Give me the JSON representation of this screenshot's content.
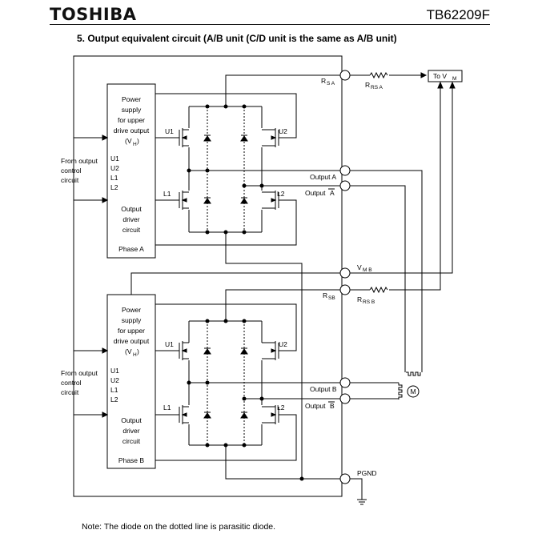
{
  "header": {
    "logo_text": "TOSHIBA",
    "part_number": "TB62209F",
    "section_title": "5.   Output equivalent circuit (A/B unit (C/D unit is the same as A/B unit)"
  },
  "note": "Note:   The diode on the dotted line is parasitic diode.",
  "labels": {
    "to_vm": "To V",
    "to_vm_sub": "M",
    "r": "R",
    "rs_a_sub": "S A",
    "rrs_a_sub": "RS A",
    "rs_b_sub": "SB",
    "rrs_b_sub": "RS B",
    "vmb": "V",
    "vmb_sub": "M B",
    "output_a": "Output A",
    "output_abar": "Output",
    "output_b": "Output B",
    "output_bbar": "Output",
    "letter_a": "A",
    "letter_b": "B",
    "pgnd": "PGND",
    "motor": "M",
    "u1": "U1",
    "u2": "U2",
    "l1": "L1",
    "l2": "L2",
    "block_a": {
      "power1": "Power",
      "power2": "supply",
      "power3": "for upper",
      "power4": "drive output",
      "vh": "(V",
      "vh_sub": "H",
      "vh_close": ")",
      "sig1": "U1",
      "sig2": "U2",
      "sig3": "L1",
      "sig4": "L2",
      "drv1": "Output",
      "drv2": "driver",
      "drv3": "circuit",
      "phase": "Phase A"
    },
    "block_b": {
      "power1": "Power",
      "power2": "supply",
      "power3": "for upper",
      "power4": "drive output",
      "vh": "(V",
      "vh_sub": "H",
      "vh_close": ")",
      "sig1": "U1",
      "sig2": "U2",
      "sig3": "L1",
      "sig4": "L2",
      "drv1": "Output",
      "drv2": "driver",
      "drv3": "circuit",
      "phase": "Phase B"
    },
    "from_a1": "From output",
    "from_a2": "control",
    "from_a3": "circuit",
    "from_b1": "From output",
    "from_b2": "control",
    "from_b3": "circuit"
  }
}
